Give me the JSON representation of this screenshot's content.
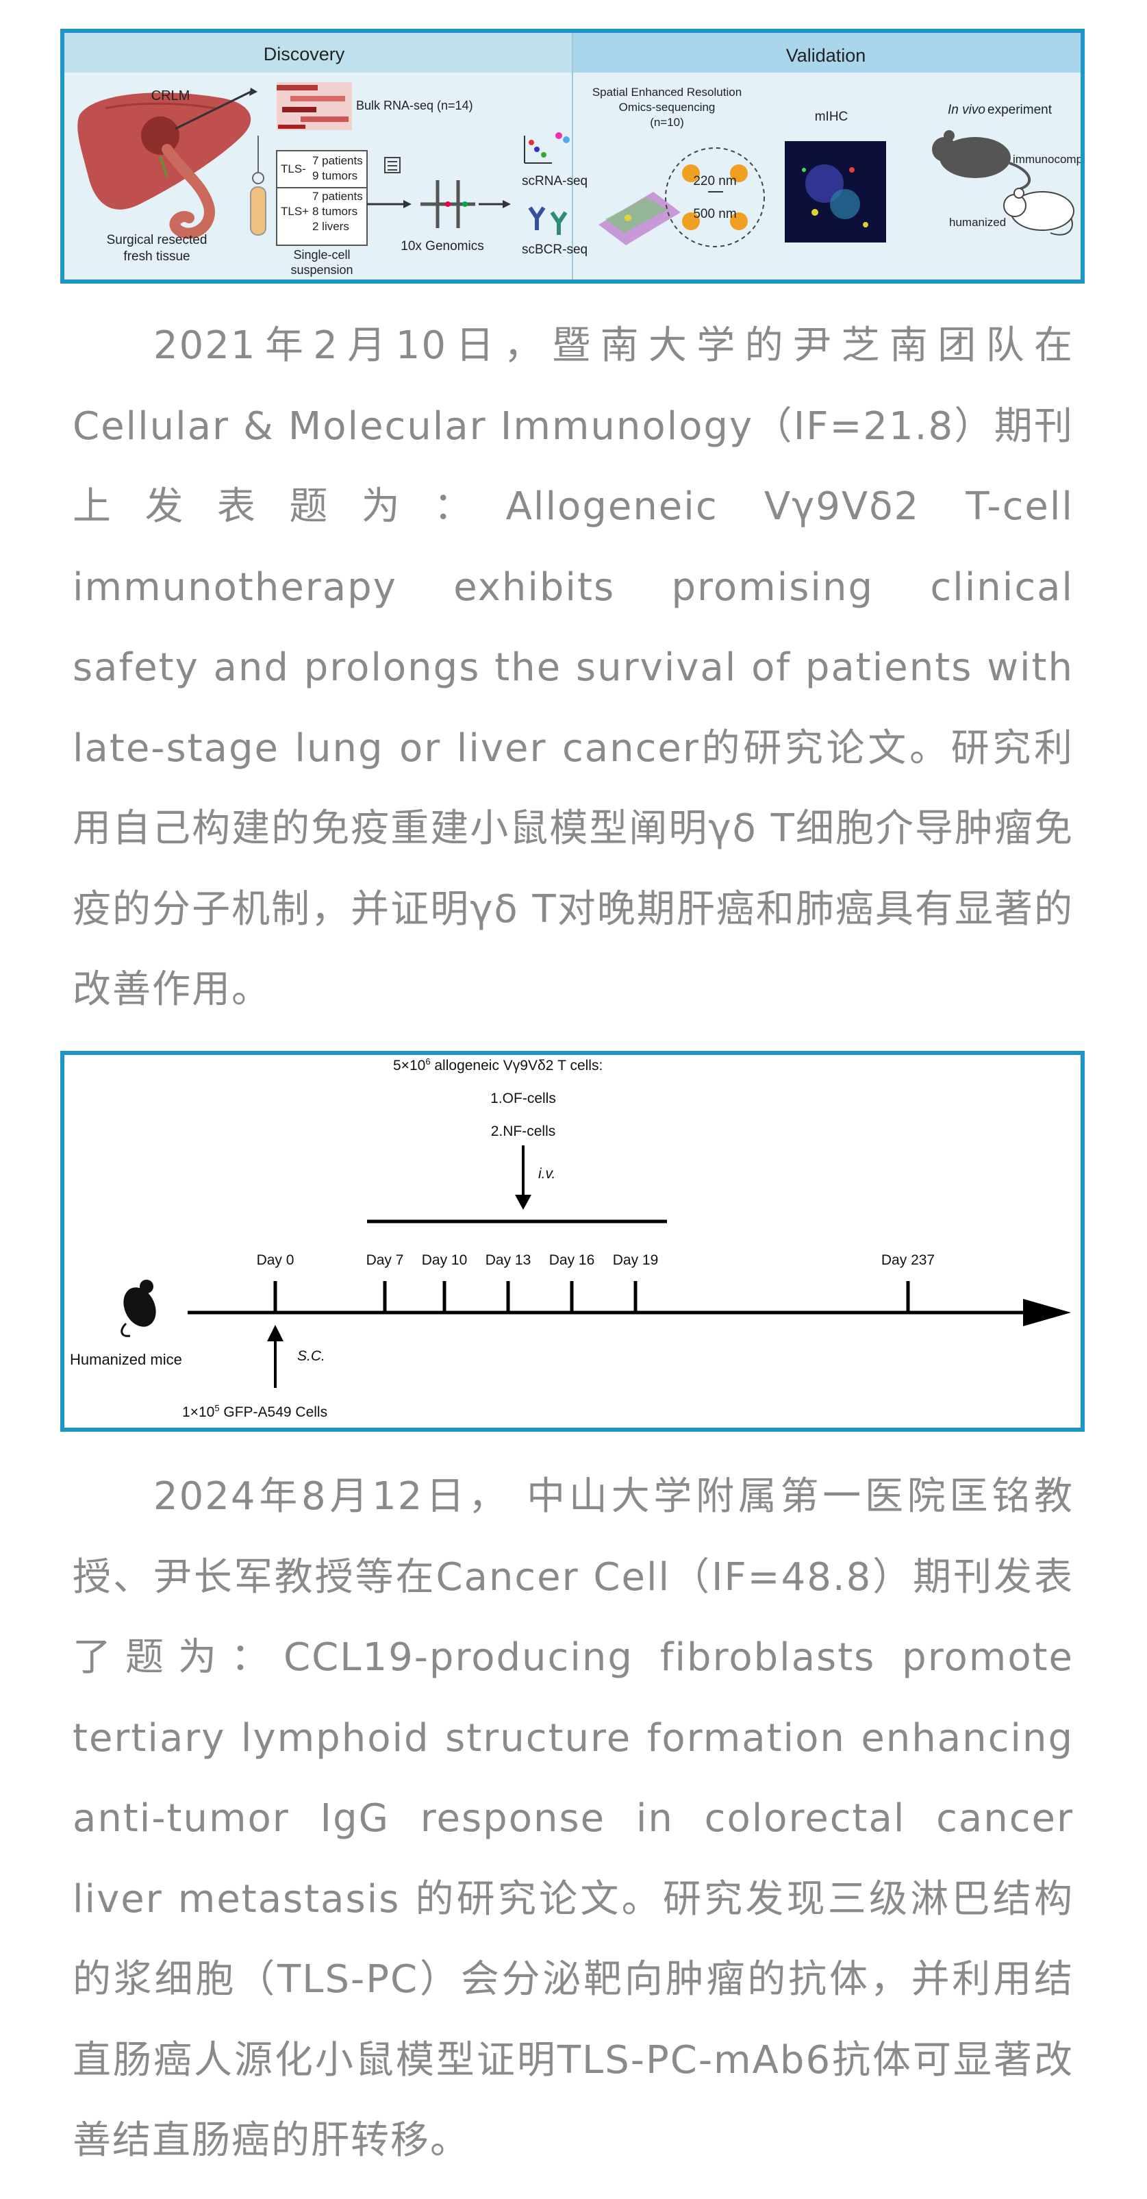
{
  "figure1": {
    "discovery_header": "Discovery",
    "validation_header": "Validation",
    "crlm": "CRLM",
    "surgical_line1": "Surgical resected",
    "surgical_line2": "fresh tissue",
    "bulk_label": "Bulk RNA-seq (n=14)",
    "tls_minus": "TLS-",
    "tls_minus_patients": "7 patients",
    "tls_minus_tumors": "9 tumors",
    "tls_plus": "TLS+",
    "tls_plus_patients": "7 patients",
    "tls_plus_tumors": "8 tumors",
    "tls_plus_livers": "2 livers",
    "single_cell_line1": "Single-cell",
    "single_cell_line2": "suspension",
    "genomics": "10x Genomics",
    "scrna": "scRNA-seq",
    "scbcr": "scBCR-seq",
    "spatial_line1": "Spatial Enhanced Resolution",
    "spatial_line2": "Omics-sequencing",
    "spatial_line3": "(n=10)",
    "nm220": "220 nm",
    "nm500": "500 nm",
    "mihc": "mIHC",
    "in_vivo_italic": "In vivo",
    "in_vivo_rest": " experiment",
    "immunocompetent": "immunocompetent",
    "humanized": "humanized"
  },
  "paragraph1": "2021年2月10日，暨南大学的尹芝南团队在Cellular & Molecular Immunology（IF=21.8）期刊上发表题为：Allogeneic Vγ9Vδ2 T-cell immunotherapy exhibits promising clinical safety and prolongs the survival of patients with late-stage lung or liver cancer的研究论文。研究利用自己构建的免疫重建小鼠模型阐明γδ T细胞介导肿瘤免疫的分子机制，并证明γδ T对晚期肝癌和肺癌具有显著的改善作用。",
  "figure2": {
    "dose_prefix": "5×10",
    "dose_exp": "6",
    "dose_suffix": " allogeneic Vγ9Vδ2 T cells:",
    "of_cells": "1.OF-cells",
    "nf_cells": "2.NF-cells",
    "iv": "i.v.",
    "days": [
      "Day 0",
      "Day 7",
      "Day 10",
      "Day 13",
      "Day 16",
      "Day 19",
      "Day 237"
    ],
    "humanized_mice": "Humanized mice",
    "sc": "S.C.",
    "a549_prefix": "1×10",
    "a549_exp": "5",
    "a549_suffix": " GFP-A549 Cells"
  },
  "paragraph2": "2024年8月12日， 中山大学附属第一医院匡铭教授、尹长军教授等在Cancer Cell（IF=48.8）期刊发表了题为：CCL19-producing fibroblasts promote tertiary lymphoid structure formation enhancing anti-tumor IgG response in colorectal cancer liver metastasis 的研究论文。研究发现三级淋巴结构的浆细胞（TLS-PC）会分泌靶向肿瘤的抗体，并利用结直肠癌人源化小鼠模型证明TLS-PC-mAb6抗体可显著改善结直肠癌的肝转移。"
}
